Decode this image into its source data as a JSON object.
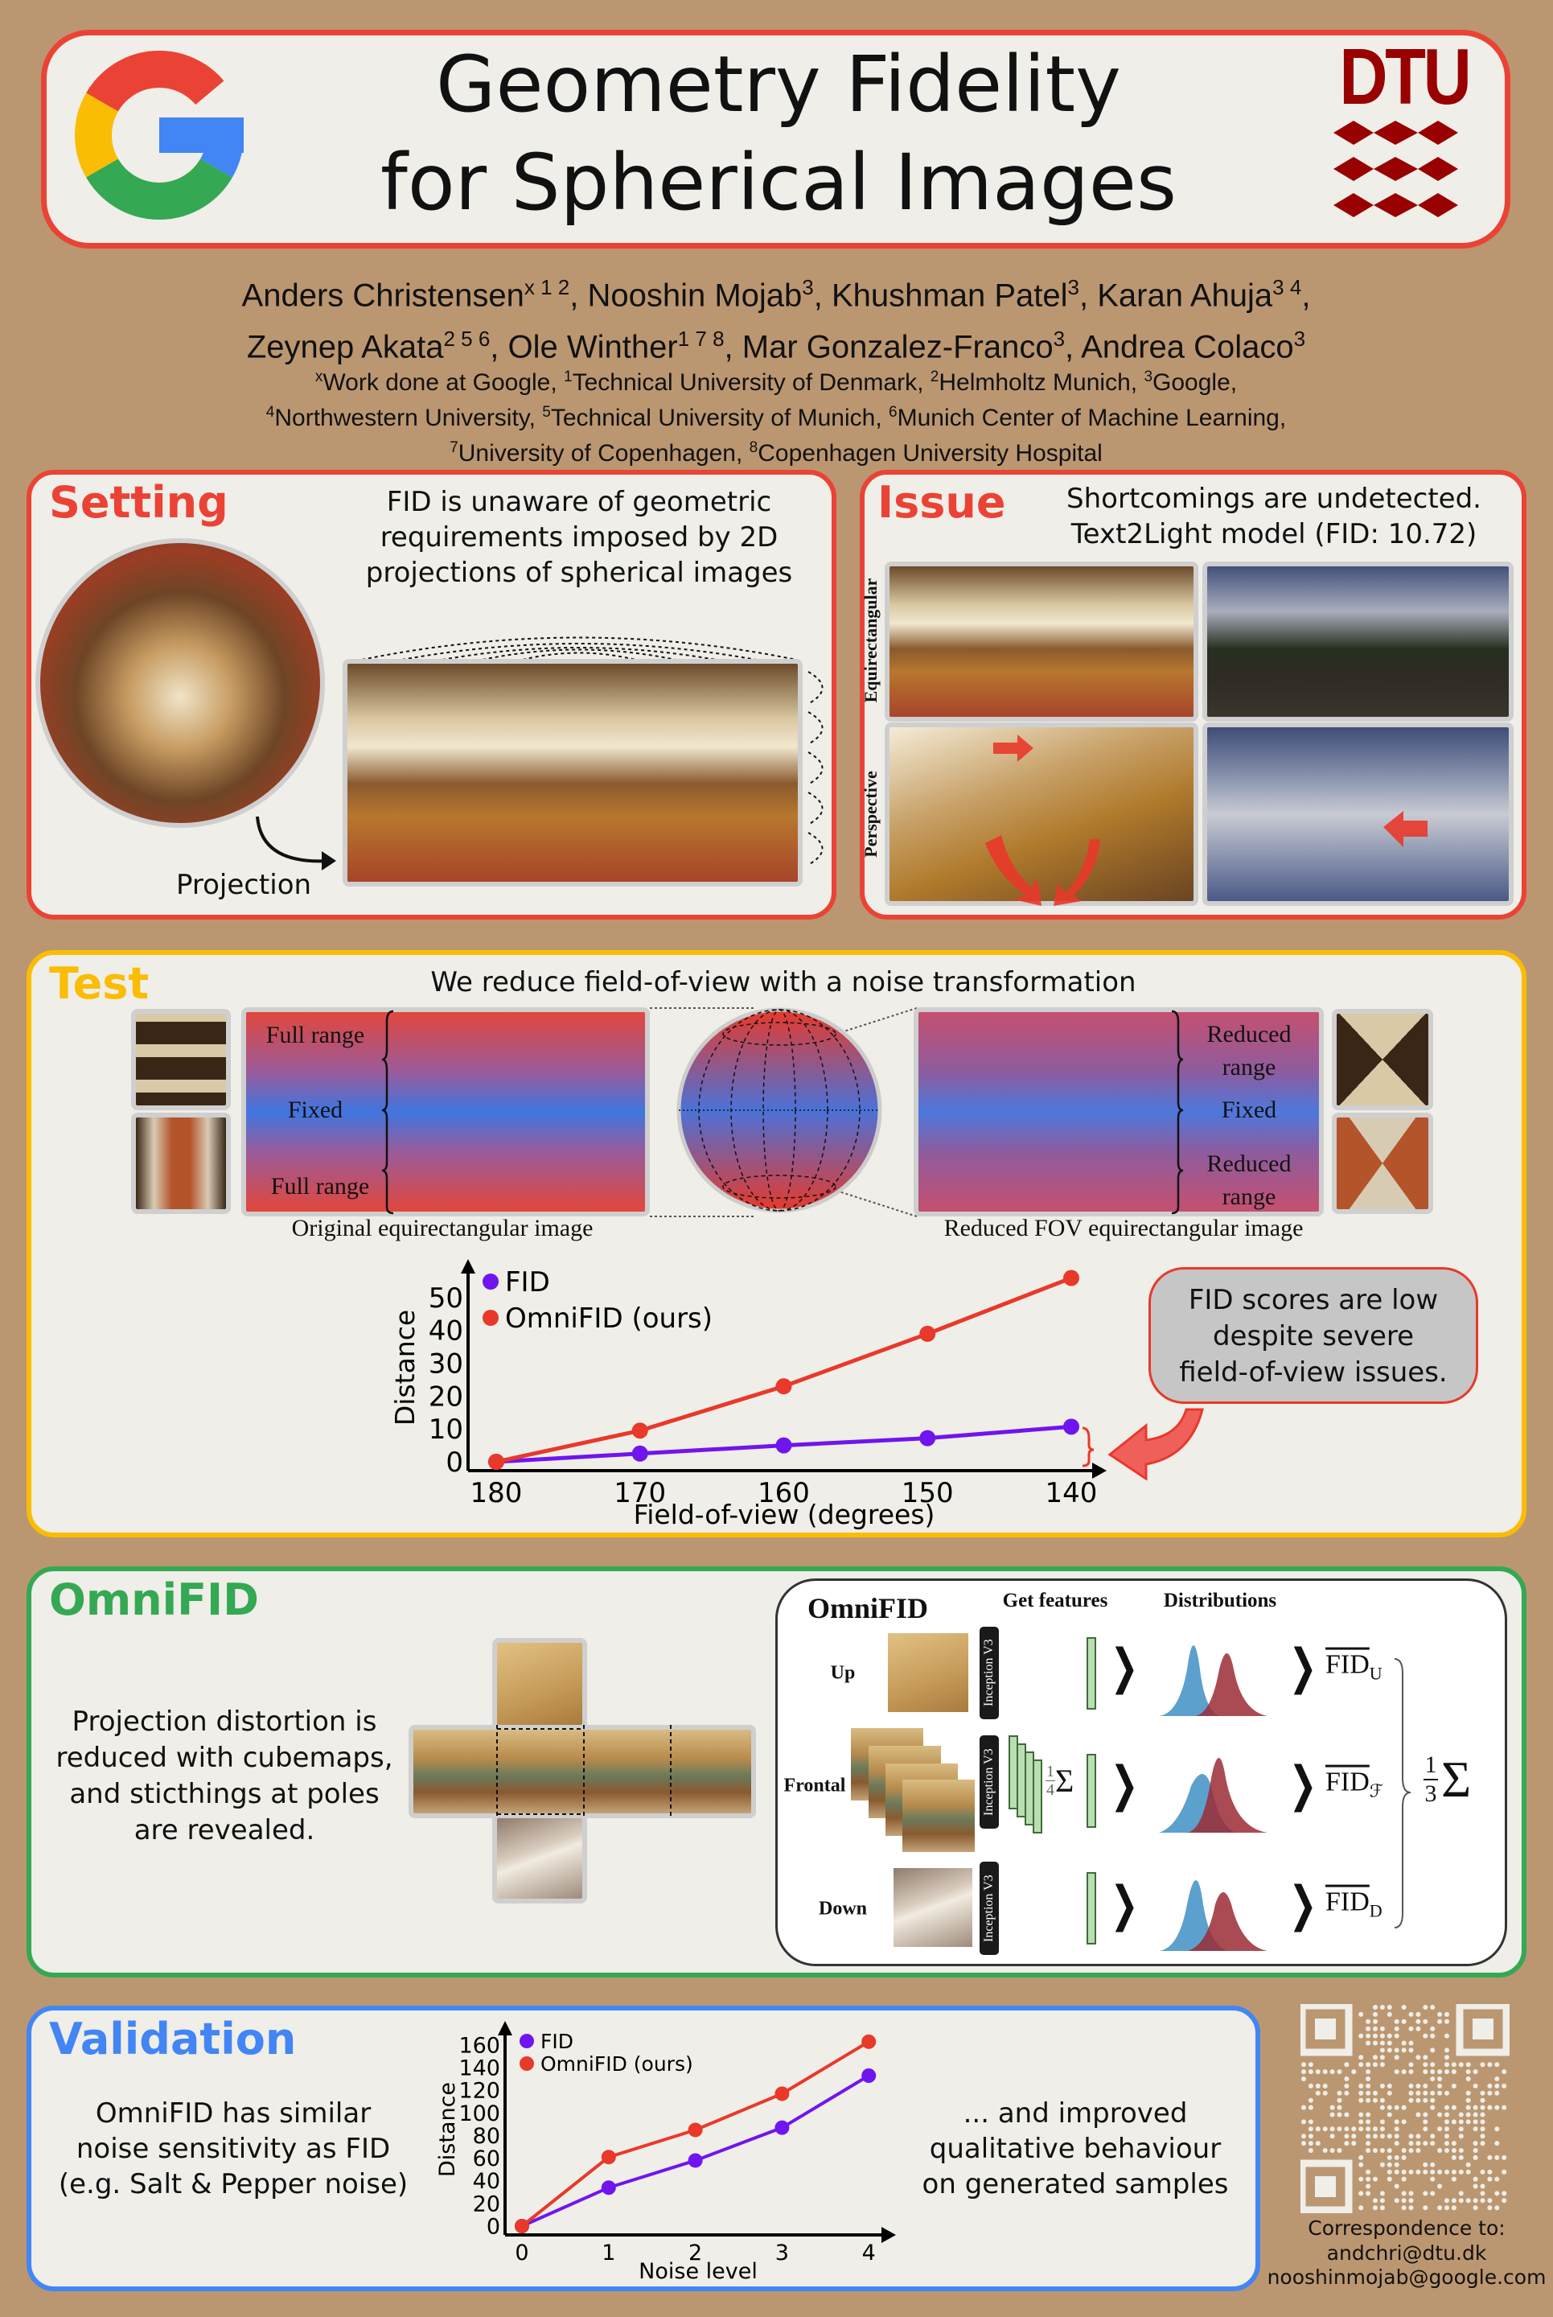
{
  "header": {
    "title_line1": "Geometry Fidelity",
    "title_line2": "for Spherical Images",
    "left_logo": "Google",
    "right_logo": "DTU",
    "authors": [
      {
        "name": "Anders Christensen",
        "sup": "x 1 2",
        "sep": ", "
      },
      {
        "name": "Nooshin Mojab",
        "sup": "3",
        "sep": ", "
      },
      {
        "name": "Khushman Patel",
        "sup": "3",
        "sep": ", "
      },
      {
        "name": "Karan Ahuja",
        "sup": "3 4",
        "sep": ","
      },
      {
        "name": "Zeynep Akata",
        "sup": "2 5 6",
        "sep": ", "
      },
      {
        "name": "Ole Winther",
        "sup": "1 7 8",
        "sep": ", "
      },
      {
        "name": "Mar Gonzalez-Franco",
        "sup": "3",
        "sep": ", "
      },
      {
        "name": "Andrea Colaco",
        "sup": "3",
        "sep": ""
      }
    ],
    "affiliations": [
      {
        "sup": "x",
        "text": "Work done at Google, "
      },
      {
        "sup": "1",
        "text": "Technical University of Denmark, "
      },
      {
        "sup": "2",
        "text": "Helmholtz Munich, "
      },
      {
        "sup": "3",
        "text": "Google,"
      },
      {
        "sup": "4",
        "text": "Northwestern University, "
      },
      {
        "sup": "5",
        "text": "Technical University of Munich, "
      },
      {
        "sup": "6",
        "text": "Munich Center of Machine Learning,"
      },
      {
        "sup": "7",
        "text": "University of Copenhagen, "
      },
      {
        "sup": "8",
        "text": "Copenhagen University Hospital"
      }
    ]
  },
  "setting": {
    "title": "Setting",
    "text": [
      "FID is unaware of geometric",
      "requirements imposed by 2D",
      "projections of spherical images"
    ],
    "projection_label": "Projection"
  },
  "issue": {
    "title": "Issue",
    "text": [
      "Shortcomings are undetected.",
      "Text2Light model (FID: 10.72)"
    ],
    "row_labels": [
      "Equirectangular",
      "Perspective"
    ]
  },
  "test": {
    "title": "Test",
    "heading": "We reduce field-of-view with a noise transformation",
    "original_labels": [
      "Full range",
      "Fixed",
      "Full range"
    ],
    "reduced_labels": [
      "Reduced",
      "range",
      "Fixed",
      "Reduced",
      "range"
    ],
    "original_caption": "Original equirectangular image",
    "reduced_caption": "Reduced FOV equirectangular image",
    "callout": [
      "FID scores are low",
      "despite severe",
      "field-of-view issues."
    ]
  },
  "omnifid": {
    "title": "OmniFID",
    "text": [
      "Projection distortion is",
      "reduced with cubemaps,",
      "and sticthings at poles",
      "are revealed."
    ],
    "diagram": {
      "title": "OmniFID",
      "col_features": "Get features",
      "col_distributions": "Distributions",
      "rows": [
        {
          "label": "Up",
          "fid": "FID",
          "sub": "U"
        },
        {
          "label": "Frontal",
          "fid": "FID",
          "sub": "ℱ"
        },
        {
          "label": "Down",
          "fid": "FID",
          "sub": "D"
        }
      ],
      "network": "Inception V3",
      "frontal_avg_num": "1",
      "frontal_avg_den": "4",
      "sum_symbol": "Σ",
      "final_num": "1",
      "final_den": "3"
    }
  },
  "validation": {
    "title": "Validation",
    "left_text": [
      "OmniFID has similar",
      "noise sensitivity as FID",
      "(e.g. Salt & Pepper noise)"
    ],
    "right_text": [
      "... and improved",
      "qualitative behaviour",
      "on generated samples"
    ]
  },
  "contact": {
    "label": "Correspondence to:",
    "emails": [
      "andchri@dtu.dk",
      "nooshinmojab@google.com"
    ]
  },
  "colors": {
    "red": "#ea4335",
    "yellow": "#fbbc04",
    "green": "#34a853",
    "blue": "#4285f4",
    "fid": "#7015ee",
    "omnifid": "#e8392a",
    "background": "#bb9771",
    "panel": "#efeee8"
  },
  "chart_data": [
    {
      "type": "line",
      "title": "",
      "xlabel": "Field-of-view (degrees)",
      "ylabel": "Distance",
      "categories": [
        "180",
        "170",
        "160",
        "150",
        "140"
      ],
      "yticks": [
        "0",
        "10",
        "20",
        "30",
        "40",
        "50"
      ],
      "ylim": [
        0,
        55
      ],
      "legend": "top-left",
      "series": [
        {
          "name": "FID",
          "color": "#7015ee",
          "values": [
            0,
            2.5,
            5,
            7.2,
            10.7
          ]
        },
        {
          "name": "OmniFID (ours)",
          "color": "#e8392a",
          "values": [
            0,
            9.5,
            23,
            39,
            56
          ]
        }
      ]
    },
    {
      "type": "line",
      "title": "",
      "xlabel": "Noise level",
      "ylabel": "Distance",
      "categories": [
        "0",
        "1",
        "2",
        "3",
        "4"
      ],
      "yticks": [
        "0",
        "20",
        "40",
        "60",
        "80",
        "100",
        "120",
        "140",
        "160"
      ],
      "ylim": [
        0,
        165
      ],
      "legend": "top-left",
      "series": [
        {
          "name": "FID",
          "color": "#7015ee",
          "values": [
            0,
            34,
            58,
            87,
            133
          ]
        },
        {
          "name": "OmniFID (ours)",
          "color": "#e8392a",
          "values": [
            0,
            61,
            85,
            117,
            163
          ]
        }
      ]
    }
  ]
}
